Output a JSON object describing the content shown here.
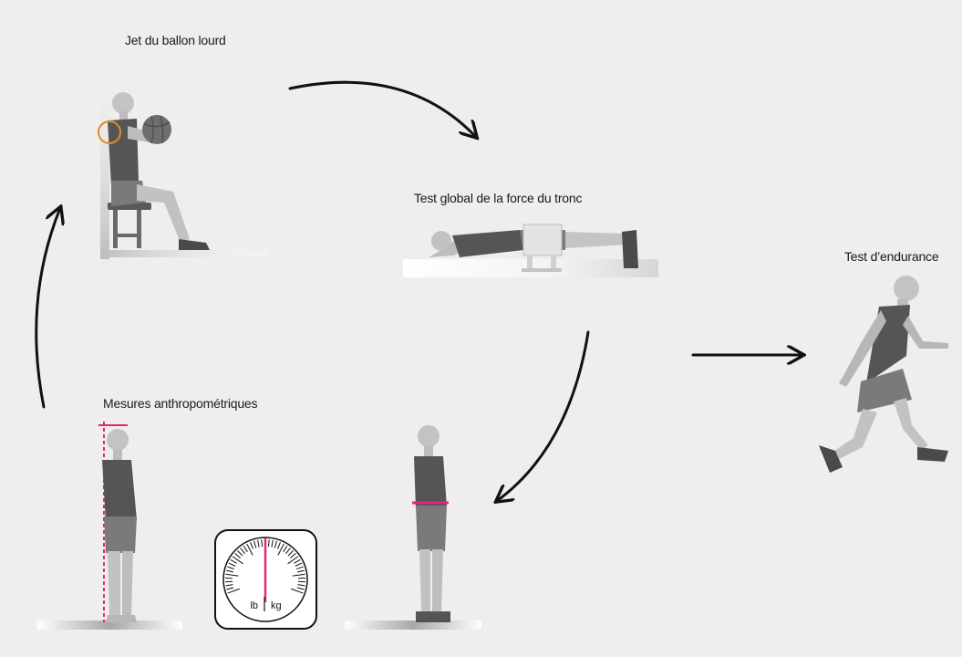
{
  "labels": {
    "medicine_ball": "Jet du ballon lourd",
    "core_strength": "Test global de la force du tronc",
    "endurance": "Test d’endurance",
    "anthropometric": "Mesures anthropométriques"
  },
  "scale": {
    "unit_left": "lb",
    "unit_right": "kg"
  },
  "colors": {
    "background": "#efeeec",
    "arrow": "#111111",
    "marker_pink": "#e0287a",
    "marker_orange": "#e08a2e",
    "skin": "#b7b7b7",
    "clothing": "#555555",
    "shorts": "#7a7a7a"
  },
  "icons": [
    "medicine-ball-icon",
    "plank-figure-icon",
    "runner-figure-icon",
    "standing-figure-icon",
    "weighing-scale-icon",
    "cycle-arrow-icon"
  ]
}
